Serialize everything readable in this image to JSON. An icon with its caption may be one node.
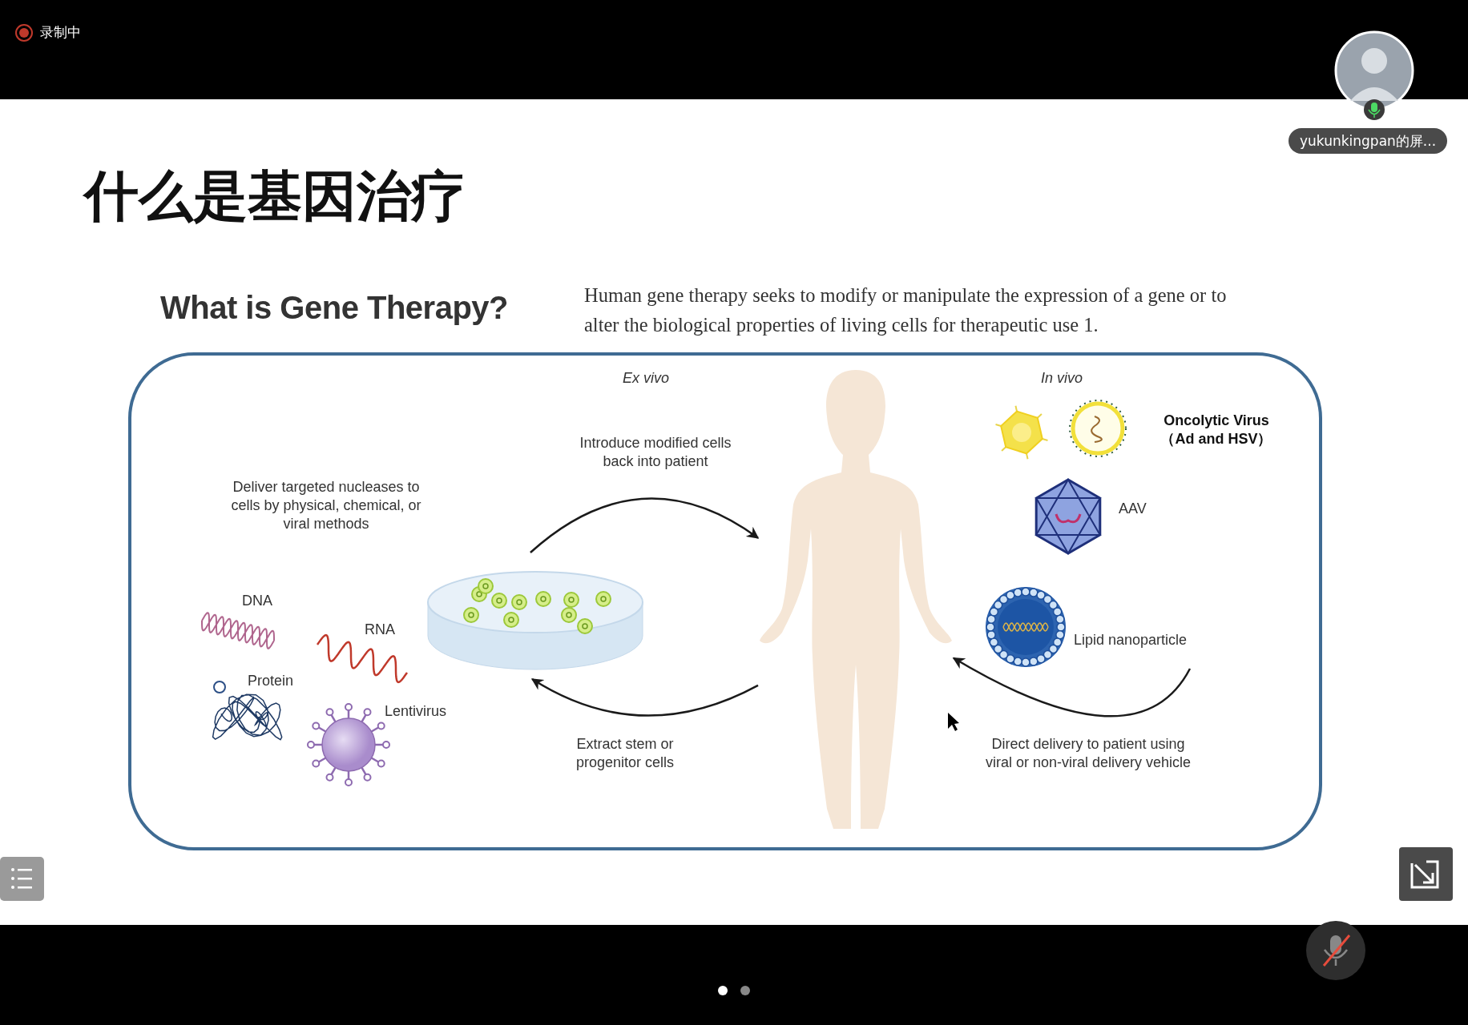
{
  "diagram": {
    "title": "什么是基因治疗",
    "nodes": [
      {
        "text": [],
        "shape": "box"
      },
      {
        "text": [],
        "shape": "picture",
        "in": 0
      },
      {
        "text": [],
        "shape": "person",
        "in": 0
      }
    ],
    "edges": [
      {
        "from": 1,
        "to": 2,
        "arrow": "to",
        "label": "Introduce modified cells back into patient"
      },
      {
        "from": 2,
        "to": 1,
        "arrow": "to",
        "label": "Extract stem or progenitor cells"
      },
      {
        "from": null,
        "to": 2,
        "arrow": "to",
        "label": "Direct delivery to patient using viral or non-viral delivery vehicle"
      }
    ],
    "labels": [
      "录制中",
      "yukunkingpan的屏...",
      "What is Gene Therapy?",
      "Human gene therapy seeks to modify or manipulate the expression of a gene or to alter the biological properties of living cells for therapeutic use 1.",
      "Ex vivo",
      "In vivo",
      "Oncolytic Virus （Ad and HSV）",
      "Deliver targeted nucleases to cells by physical, chemical, or viral methods",
      "AAV",
      "DNA",
      "RNA",
      "Lipid nanoparticle",
      "Protein",
      "Lentivirus"
    ]
  }
}
